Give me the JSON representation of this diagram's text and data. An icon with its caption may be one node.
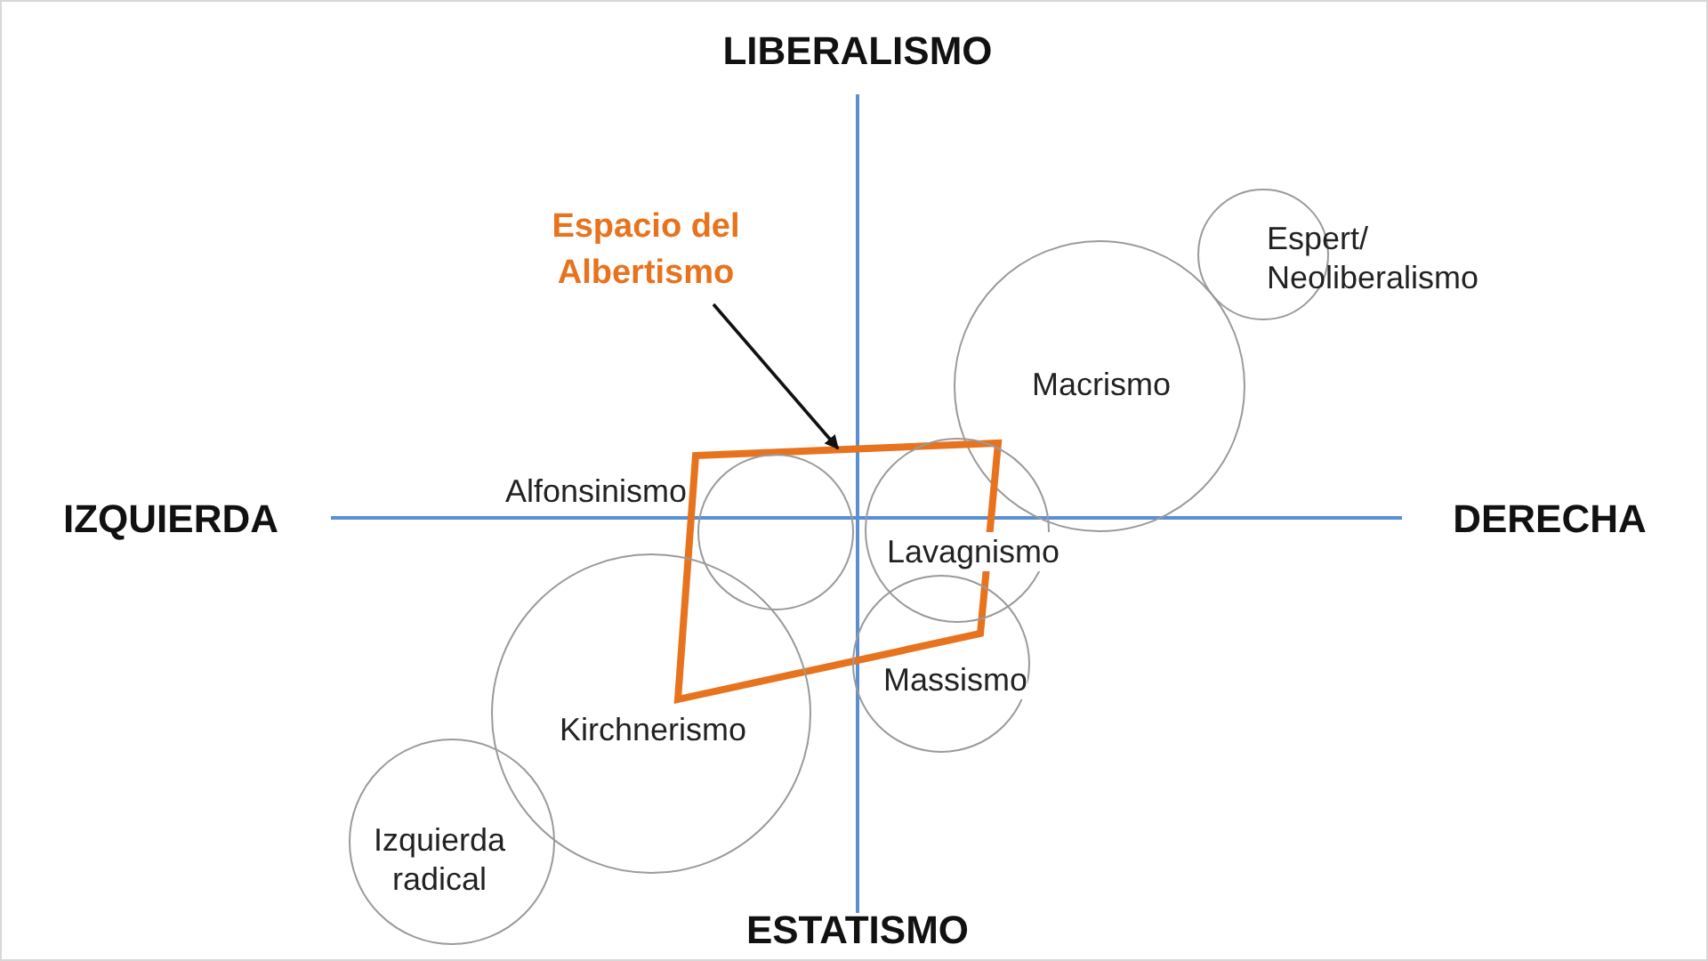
{
  "diagram": {
    "nodes": [
      {
        "text": [
          "Espert/ Neoliberalismo"
        ]
      },
      {
        "text": [
          "Macrismo"
        ]
      },
      {
        "text": [
          "Espacio del Albertismo"
        ]
      },
      {
        "text": [],
        "shape": "polygon"
      },
      {
        "text": [
          "Alfonsinismo"
        ]
      },
      {
        "text": [
          "Lavagnismo"
        ]
      },
      {
        "text": [
          "Massismo"
        ]
      },
      {
        "text": [
          "Kirchnerismo"
        ]
      },
      {
        "text": [
          "Izquierda radical"
        ]
      }
    ],
    "edges": [
      {
        "from": 2,
        "to": 3,
        "arrow": "to"
      }
    ],
    "labels": [
      "LIBERALISMO",
      "IZQUIERDA",
      "DERECHA",
      "ESTATISMO"
    ]
  }
}
